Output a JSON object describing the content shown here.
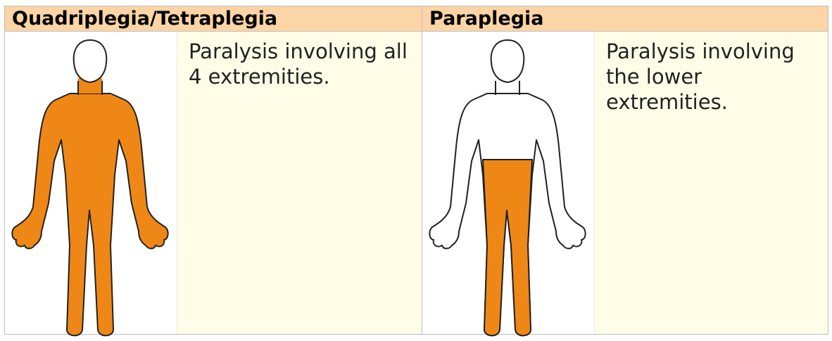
{
  "columns": [
    {
      "heading": "Quadriplegia/Tetraplegia",
      "description": "Paralysis involving all 4 extremities.",
      "figure_icon": "body-silhouette-full-shaded-icon"
    },
    {
      "heading": "Paraplegia",
      "description": "Paralysis involving the lower extremities.",
      "figure_icon": "body-silhouette-lower-shaded-icon"
    }
  ],
  "colors": {
    "header_bg": "#fbd5a6",
    "description_bg": "#fffde7",
    "affected_fill": "#ef8717",
    "outline": "#222222"
  }
}
